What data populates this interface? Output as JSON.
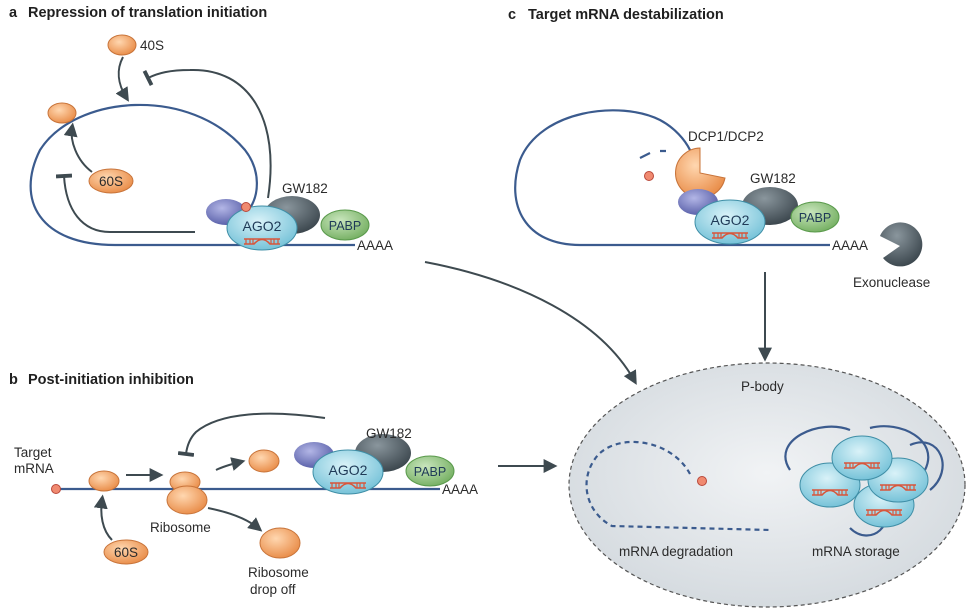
{
  "panels": {
    "a": {
      "letter": "a",
      "title": "Repression of translation initiation"
    },
    "b": {
      "letter": "b",
      "title": "Post-initiation inhibition"
    },
    "c": {
      "letter": "c",
      "title": "Target mRNA destabilization"
    }
  },
  "labels": {
    "s40": "40S",
    "s60_a": "60S",
    "s60_b": "60S",
    "gw182_a": "GW182",
    "gw182_b": "GW182",
    "gw182_c": "GW182",
    "ago2_a": "AGO2",
    "ago2_b": "AGO2",
    "ago2_c": "AGO2",
    "pabp_a": "PABP",
    "pabp_b": "PABP",
    "pabp_c": "PABP",
    "polya_a": "AAAA",
    "polya_b": "AAAA",
    "polya_c": "AAAA",
    "target_mrna_line1": "Target",
    "target_mrna_line2": "mRNA",
    "ribosome": "Ribosome",
    "drop_off_line1": "Ribosome",
    "drop_off_line2": "drop off",
    "dcp": "DCP1/DCP2",
    "exonuclease": "Exonuclease",
    "pbody": "P-body",
    "degradation": "mRNA degradation",
    "storage": "mRNA storage"
  },
  "colors": {
    "rna": "#3b5b8e",
    "ribosome": "#f0a56a",
    "ago2": "#8fd0e2",
    "gw182": "#4e5a61",
    "pabp": "#8bc27a",
    "purple_subunit": "#6a6fb5",
    "mirna": "#d8553a",
    "pbody": "#dde2e6"
  }
}
